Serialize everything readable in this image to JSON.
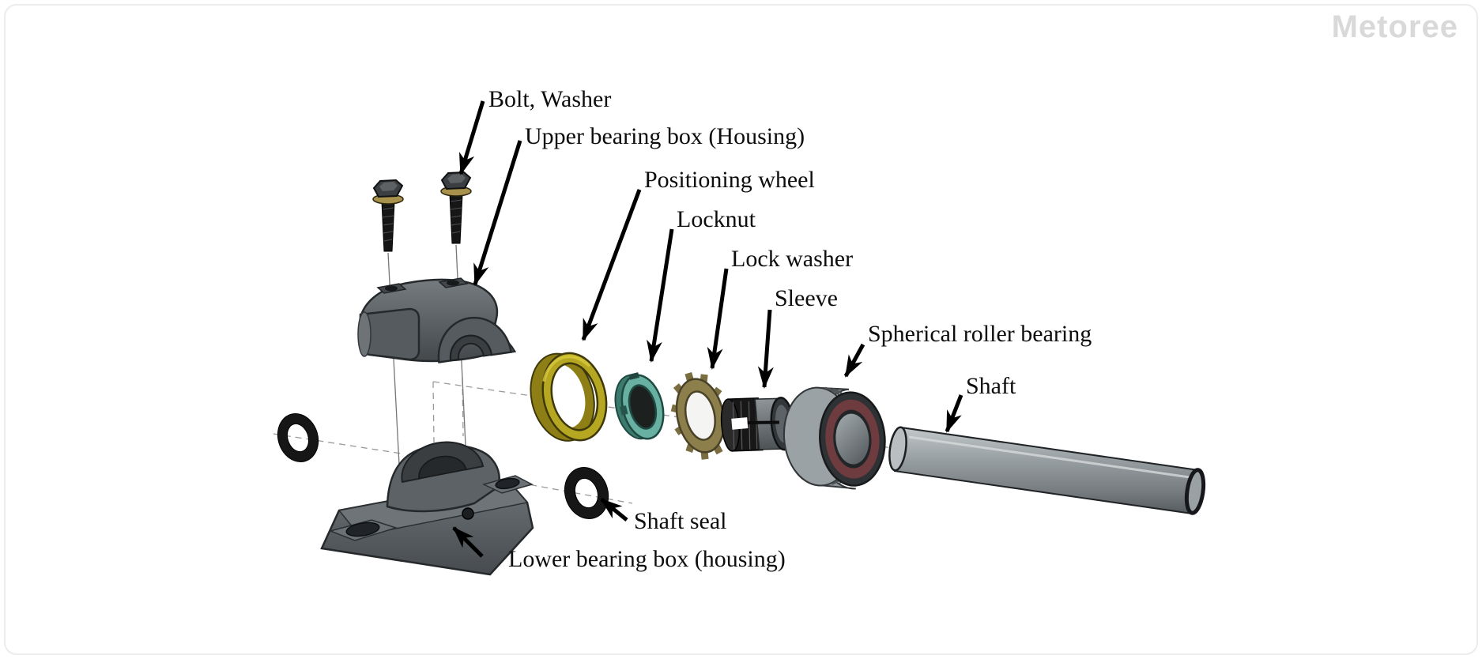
{
  "watermark": {
    "text": "Metoree"
  },
  "labels": [
    {
      "id": "bolt-washer",
      "text": "Bolt, Washer"
    },
    {
      "id": "upper-bearing-box",
      "text": "Upper bearing box (Housing)"
    },
    {
      "id": "positioning-wheel",
      "text": "Positioning wheel"
    },
    {
      "id": "locknut",
      "text": "Locknut"
    },
    {
      "id": "lock-washer",
      "text": "Lock washer"
    },
    {
      "id": "sleeve",
      "text": "Sleeve"
    },
    {
      "id": "spherical-roller-bearing",
      "text": "Spherical roller bearing"
    },
    {
      "id": "shaft",
      "text": "Shaft"
    },
    {
      "id": "shaft-seal",
      "text": "Shaft seal"
    },
    {
      "id": "lower-bearing-box",
      "text": "Lower bearing box (housing)"
    }
  ],
  "parts": [
    "bolt-with-washer-left",
    "bolt-with-washer-right",
    "upper-bearing-box-housing",
    "lower-bearing-box-housing",
    "shaft-seal-left",
    "shaft-seal-right",
    "positioning-wheel",
    "locknut",
    "lock-washer",
    "sleeve",
    "spherical-roller-bearing",
    "shaft"
  ],
  "colors": {
    "label_text": "#0d0d0d",
    "leader": "#000000",
    "watermark": "#d9d9d9",
    "frame_border": "#ececec",
    "housing_gray": "#62676b",
    "housing_dark": "#4a4f53",
    "bolt_black": "#1a1a1a",
    "washer_gold": "#a8914a",
    "seal_black": "#161616",
    "positioning_wheel_gold": "#b6a722",
    "locknut_teal": "#68b0a2",
    "lock_washer_olive": "#8d7f4b",
    "sleeve_black": "#171717",
    "bearing_steel": "#8b9397",
    "bearing_roller_maroon": "#6e3b3e",
    "shaft_gray": "#98a0a3",
    "axis_line": "#9a9a9a"
  }
}
